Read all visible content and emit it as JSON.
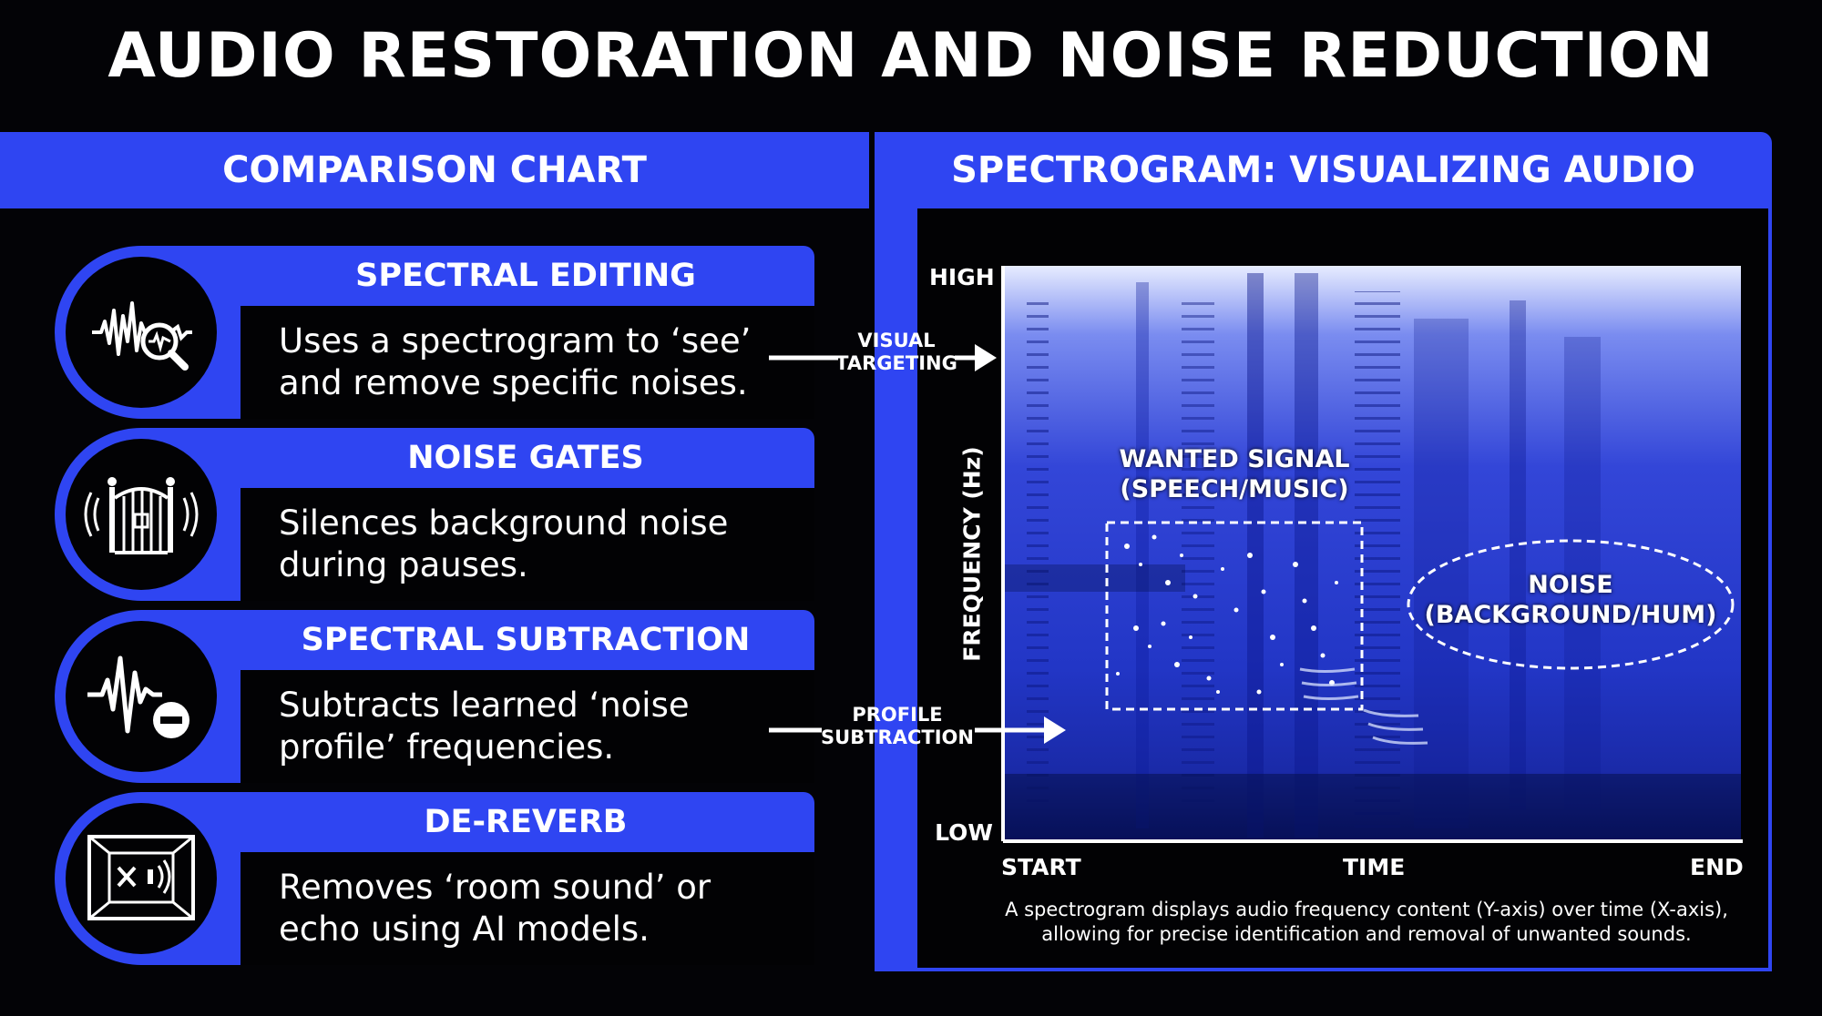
{
  "title": "AUDIO RESTORATION AND NOISE REDUCTION",
  "left_panel": {
    "header": "COMPARISON CHART",
    "rows": [
      {
        "title": "SPECTRAL EDITING",
        "text": "Uses a spectrogram to ‘see’\nand remove specific noises.",
        "icon": "waveform-magnifier-icon"
      },
      {
        "title": "NOISE GATES",
        "text": "Silences background noise\nduring pauses.",
        "icon": "gate-icon"
      },
      {
        "title": "SPECTRAL SUBTRACTION",
        "text": "Subtracts learned ‘noise\nprofile’ frequencies.",
        "icon": "waveform-minus-icon"
      },
      {
        "title": "DE-REVERB",
        "text": "Removes ‘room sound’ or\necho using AI models.",
        "icon": "room-echo-icon"
      }
    ]
  },
  "arrows": {
    "visual_targeting": "VISUAL\nTARGETING",
    "profile_subtraction": "PROFILE\nSUBTRACTION"
  },
  "right_panel": {
    "header": "SPECTROGRAM: VISUALIZING AUDIO",
    "y_axis": {
      "label": "FREQUENCY (Hz)",
      "high": "HIGH",
      "low": "LOW"
    },
    "x_axis": {
      "start": "START",
      "middle": "TIME",
      "end": "END"
    },
    "wanted_signal": "WANTED SIGNAL\n(SPEECH/MUSIC)",
    "noise": "NOISE\n(BACKGROUND/HUM)",
    "caption_line1": "A spectrogram displays audio frequency content (Y-axis) over time (X-axis),",
    "caption_line2": "allowing for precise identification and removal of unwanted sounds."
  },
  "colors": {
    "accent": "#2f45f2",
    "background": "#030306",
    "spectrogram_top": "#dfe6ff",
    "spectrogram_bottom": "#0c1a8a"
  }
}
